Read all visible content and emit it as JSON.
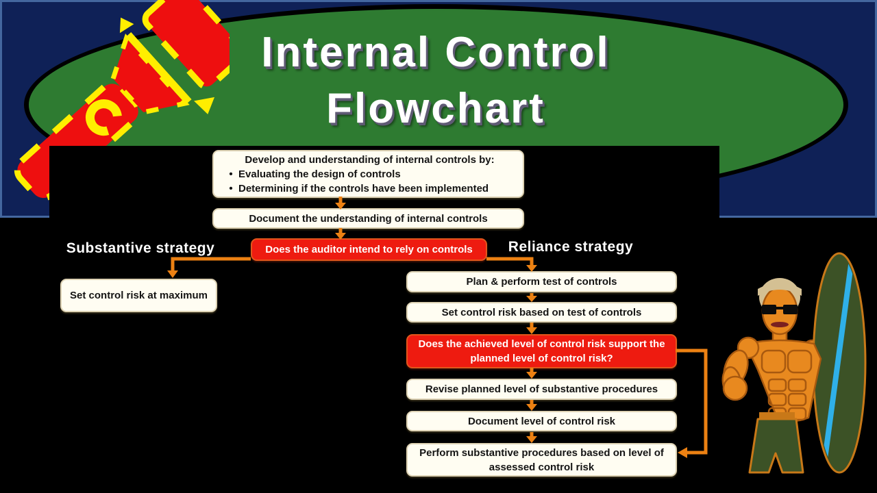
{
  "slide": {
    "title_line1": "Internal Control",
    "title_line2": "Flowchart"
  },
  "labels": {
    "substantive": "Substantive strategy",
    "reliance": "Reliance strategy"
  },
  "flowchart": {
    "bullet_char": "•",
    "develop_heading": "Develop and understanding of internal controls by:",
    "develop_bullets": [
      "Evaluating the design of controls",
      "Determining if the controls have been implemented"
    ],
    "document_understanding": "Document the understanding of internal controls",
    "decision_rely": "Does the auditor intend to rely on controls",
    "set_control_risk_max": "Set control risk at maximum",
    "plan_perform": "Plan & perform test of controls",
    "set_control_risk_tests": "Set control risk based on test of controls",
    "decision_achieved": "Does the achieved level of control risk support the planned level of control risk?",
    "revise_planned": "Revise planned level of substantive procedures",
    "document_level": "Document level of control risk",
    "perform_substantive": "Perform substantive procedures based on level of assessed control risk"
  },
  "colors": {
    "background": "#000000",
    "panel_navy": "#0f2157",
    "panel_border_blue": "#44679f",
    "ellipse_green": "#2e7b31",
    "node_fill": "#fffdf2",
    "node_border": "#ddd2b4",
    "decision_red": "#ee1b10",
    "decision_border": "#e2561c",
    "arrow_orange": "#ec8113",
    "flashlight_red": "#ee0f0f",
    "flashlight_yellow": "#ffee00",
    "surfer_skin": "#e8891f",
    "surfboard_green": "#3c5226",
    "surfboard_stripe_blue": "#2fb0e8"
  },
  "icons": {
    "flashlight": "flashlight clip-art (red body, yellow trim)",
    "surfer": "surfer character holding striped surfboard"
  }
}
